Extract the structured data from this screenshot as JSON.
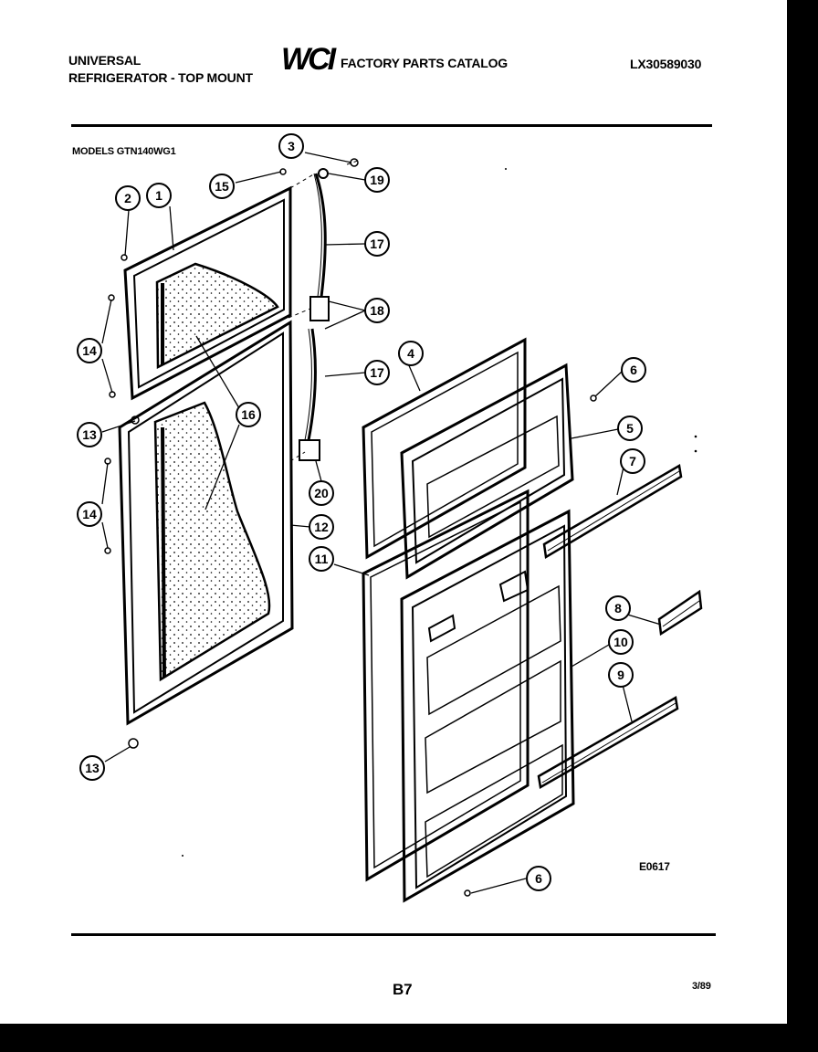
{
  "header": {
    "brand_line1": "UNIVERSAL",
    "brand_line2": "REFRIGERATOR - TOP MOUNT",
    "logo_text": "WCI",
    "catalog_title": "FACTORY PARTS CATALOG",
    "document_number": "LX30589030"
  },
  "models_label": "MODELS GTN140WG1",
  "diagram_code": "E0617",
  "footer": {
    "page_number": "B7",
    "date": "3/89"
  },
  "callouts": [
    {
      "id": "c1",
      "label": "1"
    },
    {
      "id": "c2",
      "label": "2"
    },
    {
      "id": "c3",
      "label": "3"
    },
    {
      "id": "c15",
      "label": "15"
    },
    {
      "id": "c19",
      "label": "19"
    },
    {
      "id": "c17a",
      "label": "17"
    },
    {
      "id": "c18",
      "label": "18"
    },
    {
      "id": "c14a",
      "label": "14"
    },
    {
      "id": "c16",
      "label": "16"
    },
    {
      "id": "c4",
      "label": "4"
    },
    {
      "id": "c17b",
      "label": "17"
    },
    {
      "id": "c6a",
      "label": "6"
    },
    {
      "id": "c13a",
      "label": "13"
    },
    {
      "id": "c5",
      "label": "5"
    },
    {
      "id": "c7",
      "label": "7"
    },
    {
      "id": "c14b",
      "label": "14"
    },
    {
      "id": "c20",
      "label": "20"
    },
    {
      "id": "c12",
      "label": "12"
    },
    {
      "id": "c11",
      "label": "11"
    },
    {
      "id": "c8",
      "label": "8"
    },
    {
      "id": "c10",
      "label": "10"
    },
    {
      "id": "c9",
      "label": "9"
    },
    {
      "id": "c13b",
      "label": "13"
    },
    {
      "id": "c6b",
      "label": "6"
    }
  ]
}
